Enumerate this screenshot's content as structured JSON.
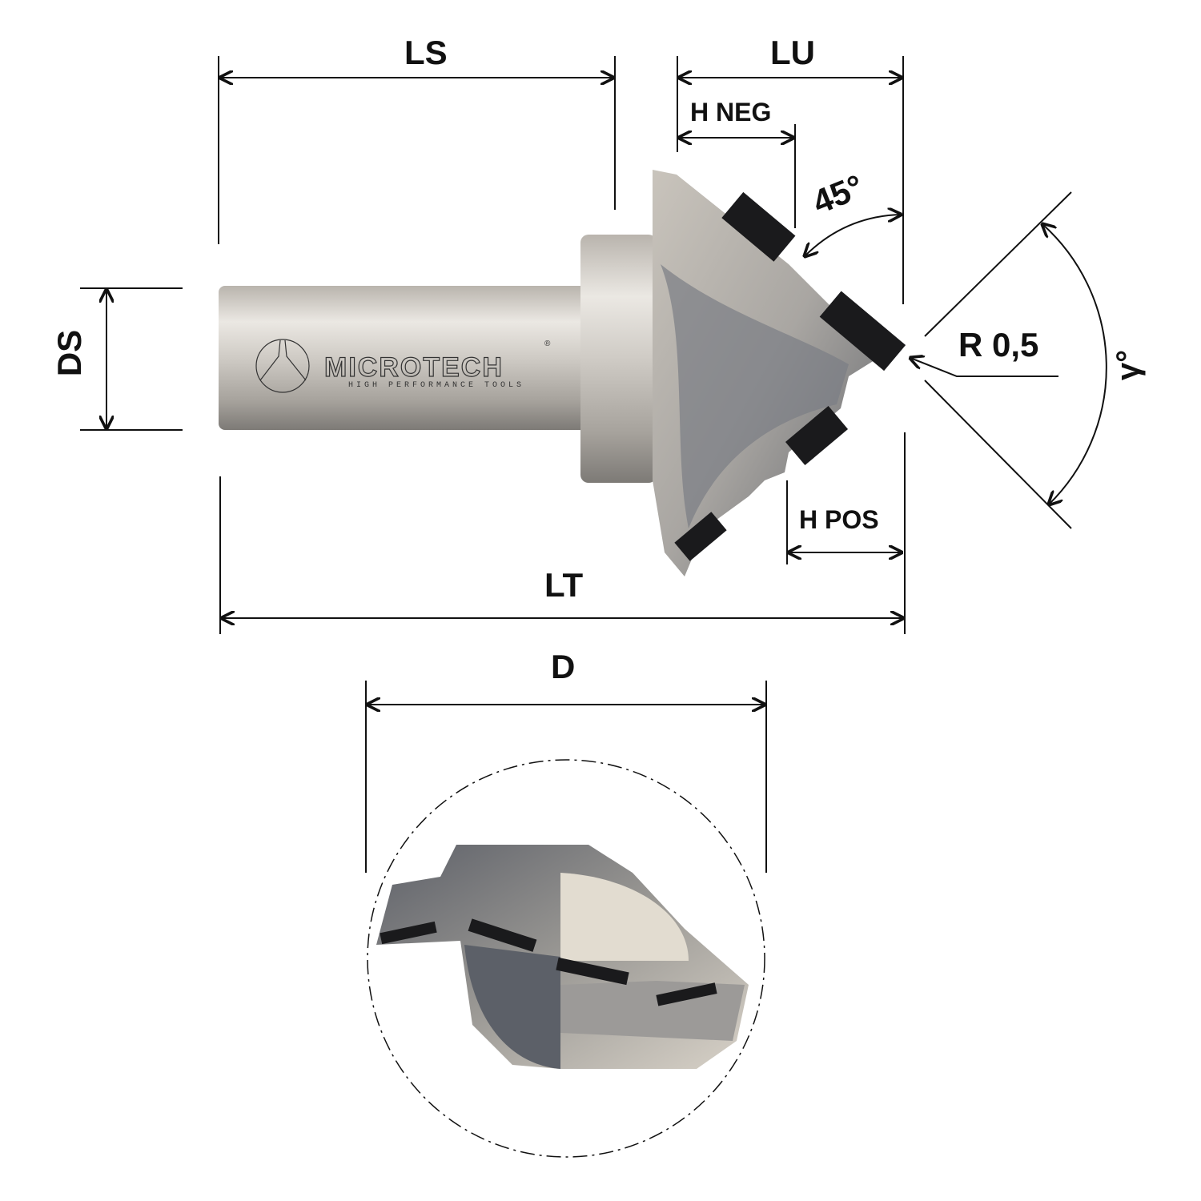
{
  "labels": {
    "ls": "LS",
    "lu": "LU",
    "h_neg": "H NEG",
    "angle_45": "45°",
    "radius": "R 0,5",
    "gamma": "γ°",
    "ds": "DS",
    "h_pos": "H POS",
    "lt": "LT",
    "d": "D"
  },
  "logo": {
    "brand": "MICROTECH",
    "tagline": "HIGH PERFORMANCE TOOLS",
    "registered": "®"
  },
  "colors": {
    "line": "#111111",
    "steel_light": "#e4e0da",
    "steel_dark": "#6f7177",
    "insert": "#1a1a1c"
  }
}
